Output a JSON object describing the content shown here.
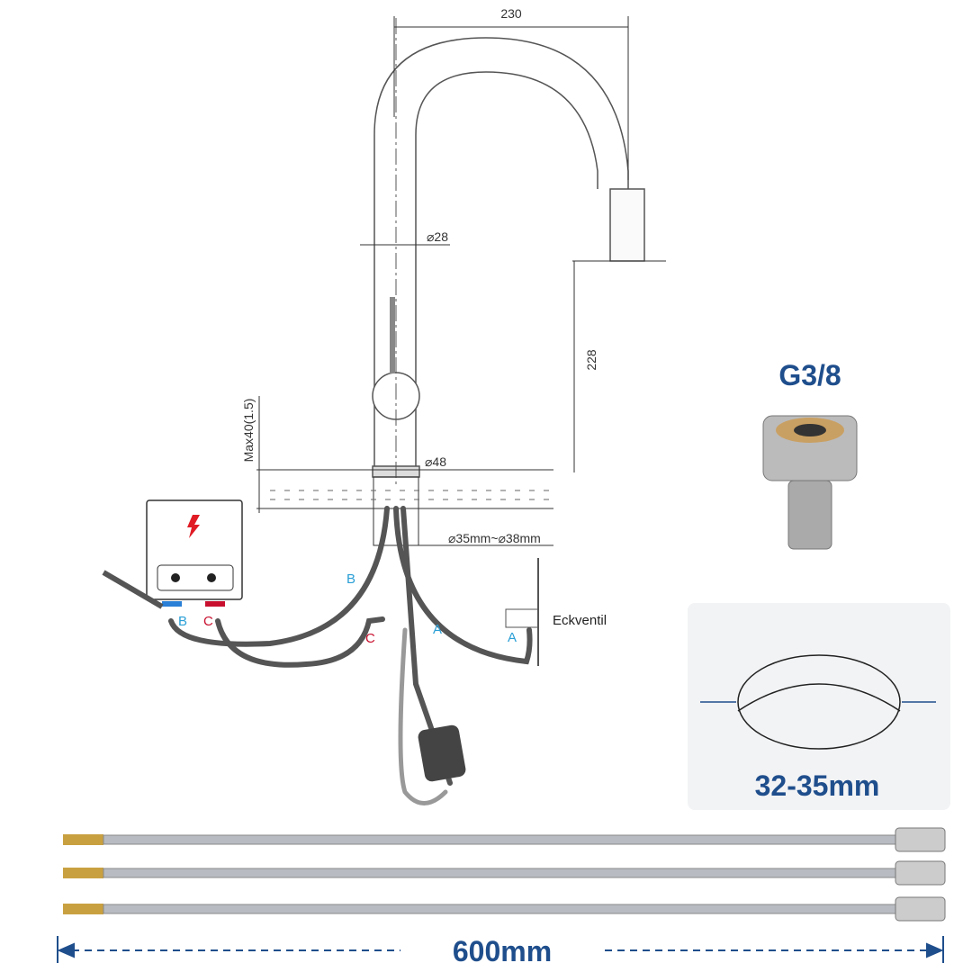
{
  "dimensions": {
    "spout_reach": "230",
    "body_diameter": "⌀28",
    "spout_height": "228",
    "max_thickness": "Max40(1.5)",
    "base_diameter": "⌀48",
    "hole_diameter": "⌀35mm~⌀38mm"
  },
  "hoses": {
    "label_b": "B",
    "label_c": "C",
    "label_a": "A",
    "valve_label": "Eckventil",
    "valve_port": "A",
    "heater_port_b": "B",
    "heater_port_c": "C"
  },
  "connector": {
    "thread": "G3/8"
  },
  "cutout": {
    "range": "32-35mm"
  },
  "hose_length": {
    "label": "600mm"
  },
  "colors": {
    "blue_label": "#2a9fd6",
    "red_label": "#c8102e",
    "title_blue": "#1f4e8c"
  }
}
